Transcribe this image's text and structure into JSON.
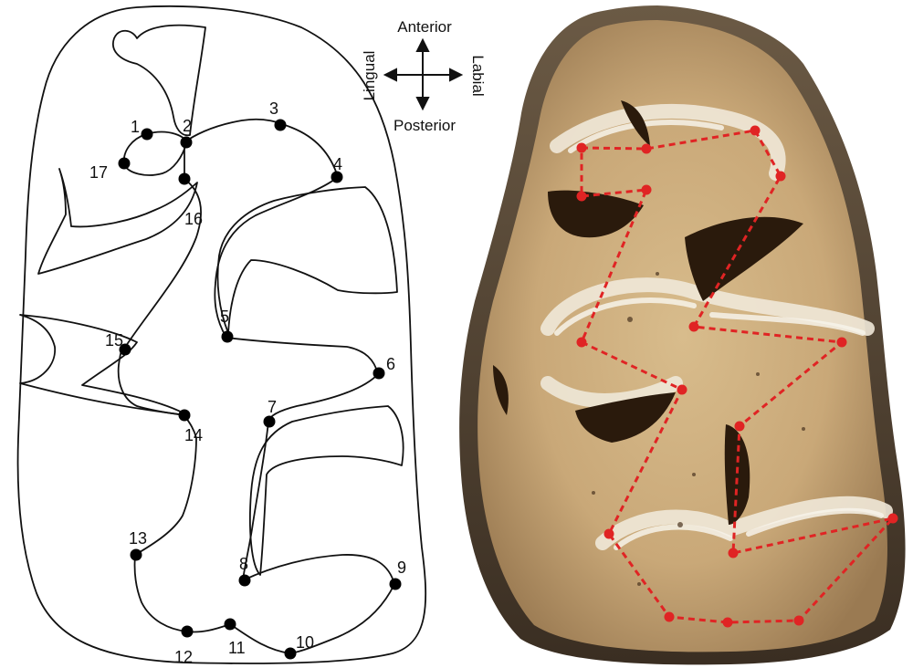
{
  "compass": {
    "anterior": "Anterior",
    "posterior": "Posterior",
    "lingual": "Lingual",
    "labial": "Labial"
  },
  "landmarks": [
    {
      "label": "1"
    },
    {
      "label": "2"
    },
    {
      "label": "3"
    },
    {
      "label": "4"
    },
    {
      "label": "5"
    },
    {
      "label": "6"
    },
    {
      "label": "7"
    },
    {
      "label": "8"
    },
    {
      "label": "9"
    },
    {
      "label": "10"
    },
    {
      "label": "11"
    },
    {
      "label": "12"
    },
    {
      "label": "13"
    },
    {
      "label": "14"
    },
    {
      "label": "15"
    },
    {
      "label": "16"
    },
    {
      "label": "17"
    }
  ],
  "colors": {
    "outline": "#111111",
    "landmark_dot": "#000000",
    "photo_landmark": "#e02424",
    "photo_enamel": "#ece4d2",
    "photo_dentine": "#d2b48a",
    "photo_sulcus": "#2a1a0c"
  }
}
